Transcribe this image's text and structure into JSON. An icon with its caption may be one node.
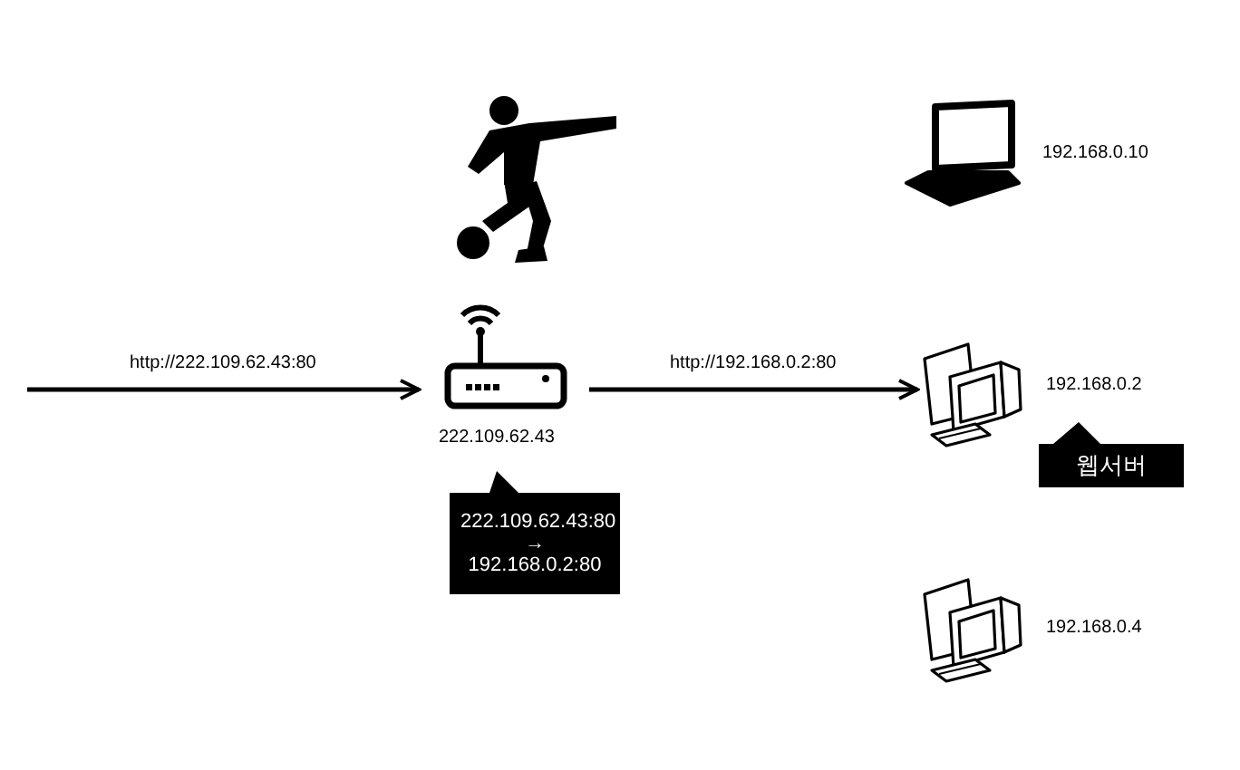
{
  "diagram": {
    "nodes": [
      {
        "text": [],
        "shape": "picture",
        "beside": [
          "222.109.62.43"
        ]
      },
      {
        "text": [
          "222.109.62.43:80 → 192.168.0.2:80"
        ]
      },
      {
        "text": [],
        "shape": "picture",
        "beside": [
          "192.168.0.10"
        ]
      },
      {
        "text": [],
        "shape": "picture",
        "beside": [
          "192.168.0.2"
        ]
      },
      {
        "text": [
          "웹서버"
        ]
      },
      {
        "text": [],
        "shape": "picture",
        "beside": [
          "192.168.0.4"
        ]
      }
    ],
    "edges": [
      {
        "from": null,
        "to": 0,
        "arrow": "to",
        "label": "http://222.109.62.43:80"
      },
      {
        "from": 0,
        "to": 3,
        "arrow": "to",
        "label": "http://192.168.0.2:80"
      }
    ]
  }
}
